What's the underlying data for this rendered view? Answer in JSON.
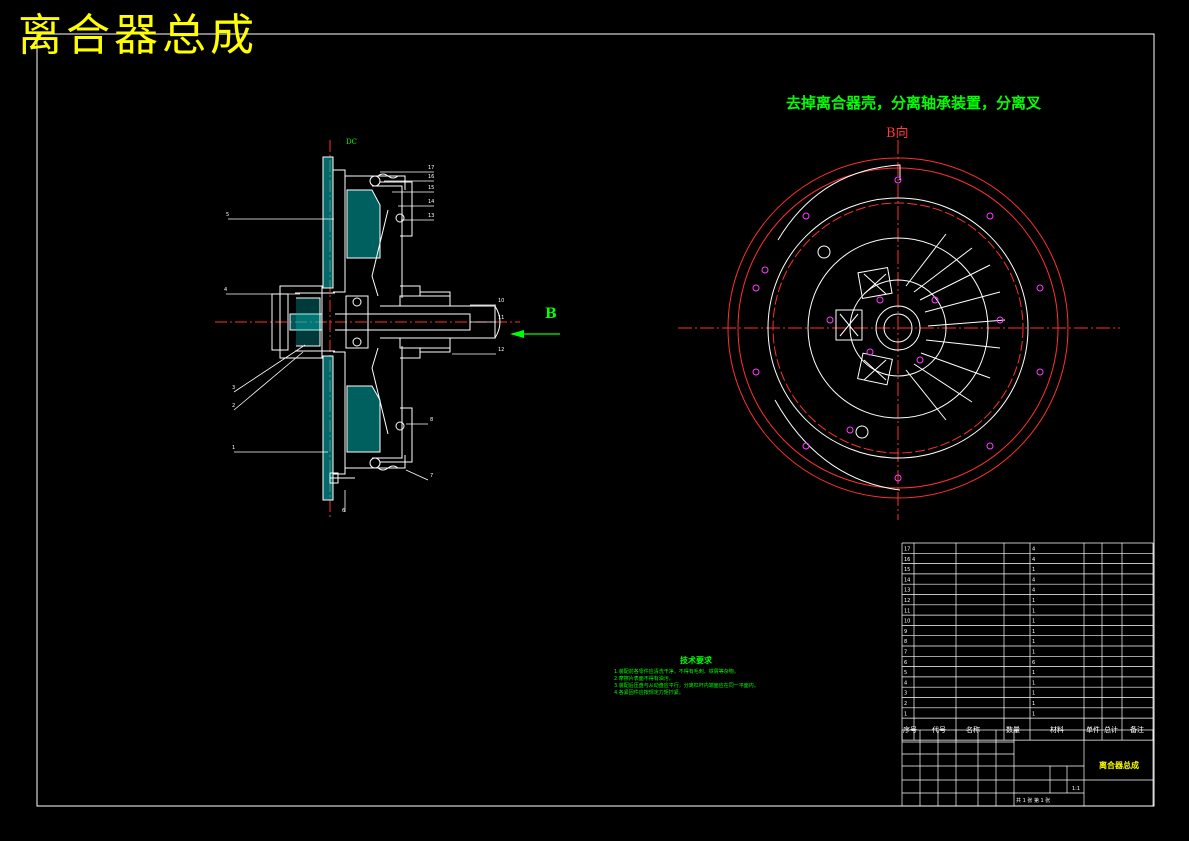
{
  "drawing": {
    "title": "离合器总成",
    "view_note": "去掉离合器壳，分离轴承装置，分离叉",
    "view_direction_label": "B向",
    "arrow_label": "B",
    "section_mark": "DC"
  },
  "leaders_left": [
    "5",
    "4",
    "3",
    "2",
    "1",
    "6"
  ],
  "leaders_right": [
    "17",
    "16",
    "15",
    "14",
    "13",
    "10",
    "11",
    "12",
    "8",
    "7"
  ],
  "technical_requirements": {
    "title": "技术要求",
    "items": [
      "1.装配前各零件应清洗干净，不得有毛刺、铁屑等杂物。",
      "2.摩擦片表面不得有油污。",
      "3.装配后压盘与从动盘应平行，分离杠杆内端面应在同一平面内。",
      "4.各紧固件应按规定力矩拧紧。"
    ]
  },
  "bom": {
    "headers": [
      "序号",
      "代号",
      "名称",
      "数量",
      "材料",
      "单件",
      "总计",
      "备注"
    ],
    "rows": [
      [
        "17",
        "",
        "",
        "4",
        "",
        ""
      ],
      [
        "16",
        "",
        "",
        "4",
        "",
        ""
      ],
      [
        "15",
        "",
        "",
        "1",
        "",
        ""
      ],
      [
        "14",
        "",
        "",
        "4",
        "",
        ""
      ],
      [
        "13",
        "",
        "",
        "4",
        "",
        ""
      ],
      [
        "12",
        "",
        "",
        "1",
        "",
        ""
      ],
      [
        "11",
        "",
        "",
        "1",
        "",
        ""
      ],
      [
        "10",
        "",
        "",
        "1",
        "",
        ""
      ],
      [
        "9",
        "",
        "",
        "1",
        "",
        ""
      ],
      [
        "8",
        "",
        "",
        "1",
        "",
        ""
      ],
      [
        "7",
        "",
        "",
        "1",
        "",
        ""
      ],
      [
        "6",
        "",
        "",
        "6",
        "",
        ""
      ],
      [
        "5",
        "",
        "",
        "1",
        "",
        ""
      ],
      [
        "4",
        "",
        "",
        "1",
        "",
        ""
      ],
      [
        "3",
        "",
        "",
        "1",
        "",
        ""
      ],
      [
        "2",
        "",
        "",
        "1",
        "",
        ""
      ],
      [
        "1",
        "",
        "",
        "1",
        "",
        ""
      ]
    ]
  },
  "title_block": {
    "part_name": "离合器总成",
    "drawing_number": "",
    "scale": "1:1",
    "sheet_info": "共 1 张 第 1 张"
  },
  "colors": {
    "outline": "#ffffff",
    "hatch": "#00c0c0",
    "centerline": "#ff3030",
    "dimension": "#00ff00",
    "title": "#ffff00",
    "bolt": "#ff40ff"
  }
}
